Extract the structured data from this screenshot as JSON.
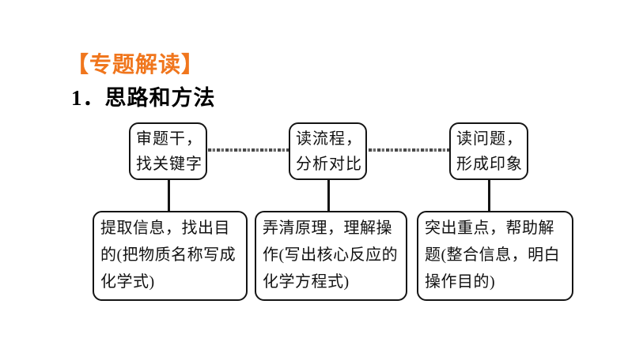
{
  "slide": {
    "background": "#ffffff",
    "accent_color": "#f0761d",
    "box_border_color": "#141414",
    "connector_color": "#4a4a4a"
  },
  "header": {
    "section_tag": "【专题解读】",
    "heading": "1．思路和方法"
  },
  "flowchart": {
    "top_boxes": [
      {
        "lines": [
          "审题干，",
          "找关键字"
        ]
      },
      {
        "lines": [
          "读流程，",
          "分析对比"
        ]
      },
      {
        "lines": [
          "读问题，",
          "形成印象"
        ]
      }
    ],
    "bottom_boxes": [
      {
        "lines": [
          "提取信息，找出目",
          "的(把物质名称写成",
          "化学式)"
        ]
      },
      {
        "lines": [
          "弄清原理，理解操",
          "作(写出核心反应的",
          "化学方程式)"
        ]
      },
      {
        "lines": [
          "突出重点，帮助解",
          "题(整合信息，明白",
          "操作目的)"
        ]
      }
    ]
  }
}
